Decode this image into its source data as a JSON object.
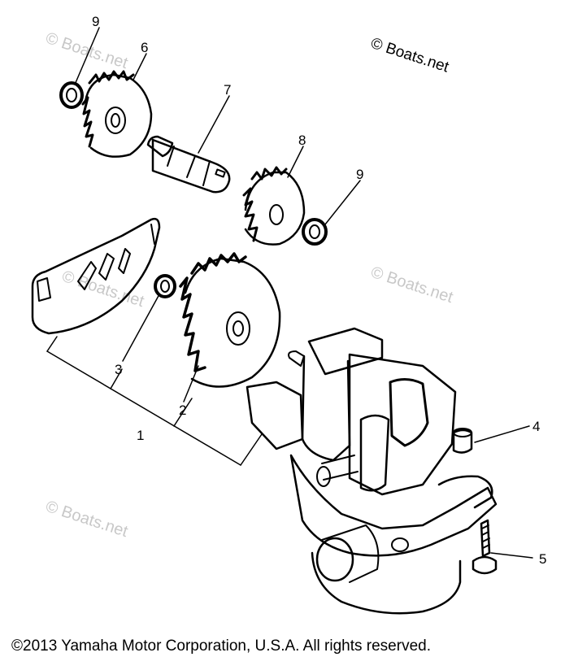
{
  "watermarks": {
    "main": "© Boats.net",
    "faint": "© Boats.net"
  },
  "callouts": {
    "part1": "1",
    "part2": "2",
    "part3": "3",
    "part4": "4",
    "part5": "5",
    "part6": "6",
    "part7": "7",
    "part8": "8",
    "part9a": "9",
    "part9b": "9"
  },
  "copyright": "©2013 Yamaha Motor Corporation, U.S.A. All rights reserved."
}
